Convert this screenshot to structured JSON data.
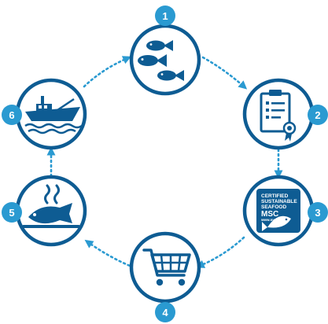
{
  "diagram": {
    "steps": [
      {
        "number": "1",
        "icon": "fish-school-icon"
      },
      {
        "number": "2",
        "icon": "certificate-document-icon"
      },
      {
        "number": "3",
        "icon": "msc-ecolabel-icon"
      },
      {
        "number": "4",
        "icon": "shopping-cart-icon"
      },
      {
        "number": "5",
        "icon": "cooked-fish-icon"
      },
      {
        "number": "6",
        "icon": "fishing-vessel-icon"
      }
    ],
    "ecolabel": {
      "line1": "CERTIFIED",
      "line2": "SUSTAINABLE",
      "line3": "SEAFOOD",
      "brand": "MSC",
      "url": "www.msc.org"
    },
    "colors": {
      "ring": "#0e5c93",
      "badge": "#2a9ad1",
      "arrow": "#2a9ad1"
    }
  }
}
